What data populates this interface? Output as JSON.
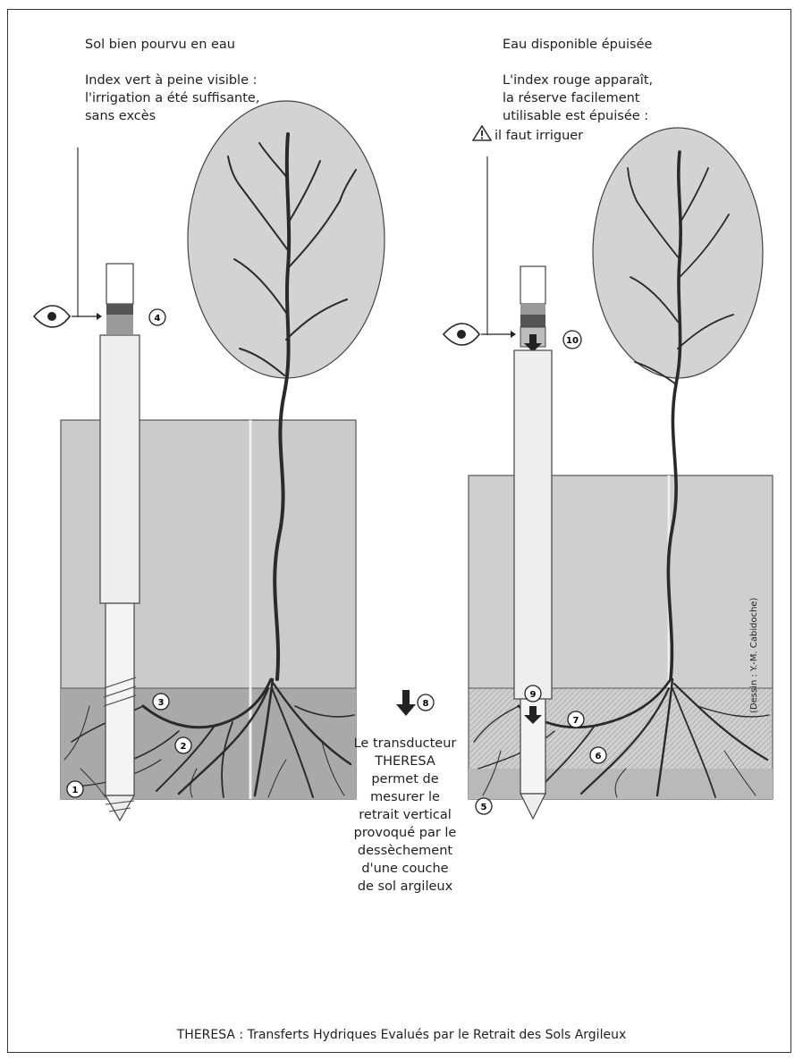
{
  "left_panel": {
    "heading": "Sol bien pourvu en eau",
    "note_lines": [
      "Index vert à peine visible :",
      "l'irrigation a été suffisante,",
      "sans excès"
    ],
    "markers": [
      "4",
      "3",
      "2",
      "1"
    ]
  },
  "right_panel": {
    "heading": "Eau disponible épuisée",
    "note_lines": [
      "L'index rouge apparaît,",
      "la réserve facilement",
      "utilisable est épuisée :"
    ],
    "warning_text": "il faut irriguer",
    "warning_icon": "warning-triangle-icon",
    "markers": [
      "10",
      "9",
      "7",
      "6",
      "5"
    ]
  },
  "center_note": {
    "marker": "8",
    "lines": [
      "Le transducteur",
      "THERESA",
      "permet de",
      "mesurer le",
      "retrait vertical",
      "provoqué par le",
      "dessèchement",
      "d'une couche",
      "de sol argileux"
    ]
  },
  "credit": "(Dessin : Y.-M. Cabidoche)",
  "caption": "THERESA : Transferts Hydriques Evalués par le Retrait des Sols Argileux",
  "colors": {
    "index_red": "#9a3c3c",
    "index_green": "#7f9a6a",
    "soil": "#c9c9c9",
    "foliage": "#d3d3d3"
  }
}
